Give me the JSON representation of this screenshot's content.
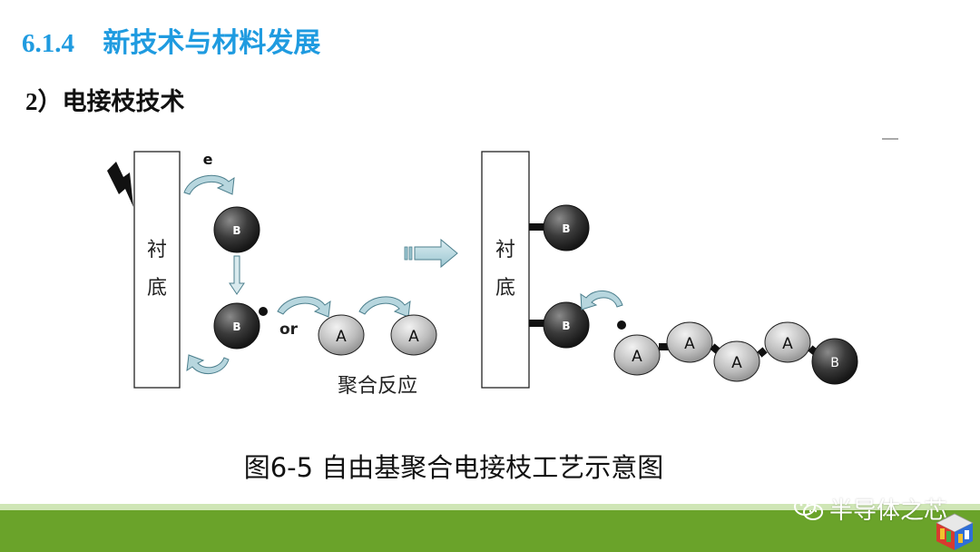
{
  "slide": {
    "section_number": "6.1.4",
    "section_title": "新技术与材料发展",
    "subsection_number": "2）",
    "subsection_title": "电接枝技术",
    "caption": "图6-5  自由基聚合电接枝工艺示意图"
  },
  "diagram": {
    "substrate_label_1": "衬",
    "substrate_label_2": "底",
    "electron_label": "e",
    "radical_B": "B",
    "monomer_A": "A",
    "or_label": "or",
    "reaction_label": "聚合反应"
  },
  "watermark": {
    "text": "半导体之芯",
    "icon": "wechat-icon"
  },
  "colors": {
    "title_blue": "#1f9be0",
    "footer_green": "#6aa32a",
    "arrow_blue": "#a9cfd8"
  }
}
